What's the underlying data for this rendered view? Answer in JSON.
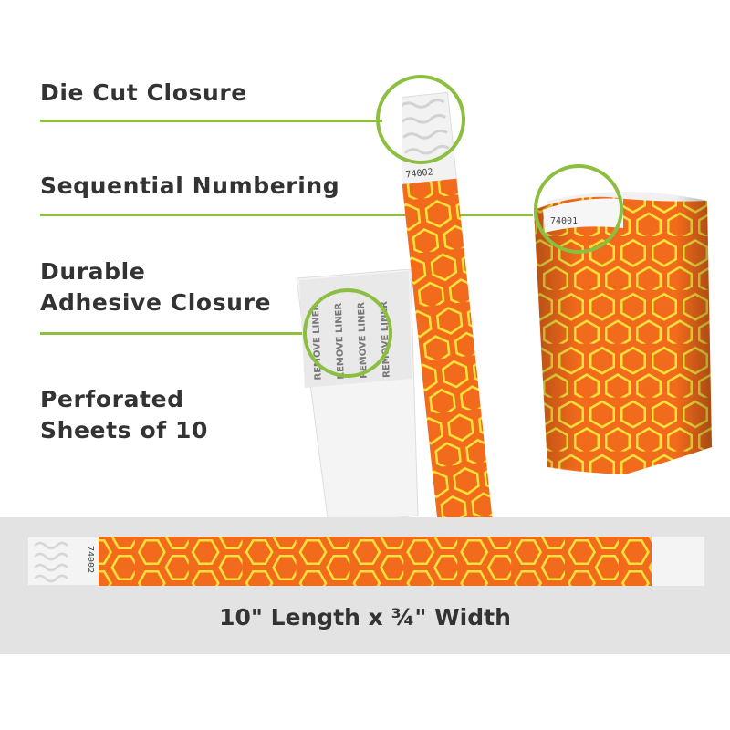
{
  "features": [
    {
      "label": "Die Cut Closure"
    },
    {
      "label": "Sequential Numbering"
    },
    {
      "label": "Durable Adhesive Closure",
      "lines": [
        "Durable",
        "Adhesive Closure"
      ]
    },
    {
      "label": "Perforated Sheets of 10",
      "lines": [
        "Perforated",
        "Sheets of 10"
      ]
    }
  ],
  "band_numbers": [
    "74002",
    "74001"
  ],
  "liner_text": "REMOVE LINER",
  "size_caption": "10\" Length x ¾\" Width",
  "colors": {
    "accent_green": "#8cbf3f",
    "band_orange": "#f26a1b",
    "band_yellow": "#f7e33b",
    "text_dark": "#333333",
    "band_background": "#e3e3e3"
  }
}
